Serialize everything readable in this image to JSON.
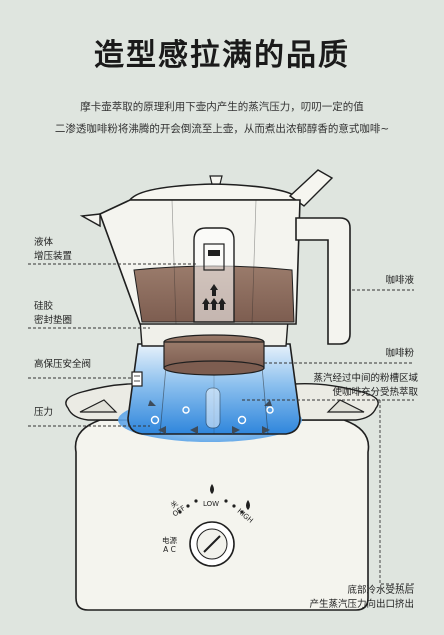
{
  "title": "造型感拉满的品质",
  "intro": {
    "line1": "摩卡壶萃取的原理利用下壶内产生的蒸汽压力，叨叨一定的值",
    "line2": "二渗透咖啡粉将沸腾的开会倒流至上壶，从而煮出浓郁醇香的意式咖啡~"
  },
  "labels": {
    "liquid_boost_1": "液体",
    "liquid_boost_2": "增压装置",
    "silicone_1": "硅胶",
    "silicone_2": "密封垫圈",
    "safety_valve": "高保压安全阀",
    "pressure": "压力",
    "coffee_liquid": "咖啡液",
    "coffee_powder": "咖啡粉",
    "steam_1": "蒸汽经过中间的粉槽区域",
    "steam_2": "使咖啡充分受热萃取",
    "bottom_1": "底部冷水受热后",
    "bottom_2": "产生蒸汽压力向出口挤出"
  },
  "stove": {
    "off_cn": "关",
    "off": "OFF",
    "low": "LOW",
    "high": "HIGH",
    "power_cn": "电源",
    "power": "A C"
  },
  "colors": {
    "background": "#dfe5df",
    "coffee": "#8a6a5c",
    "water": "#3b8fe0",
    "stove": "#f4f4ee"
  }
}
